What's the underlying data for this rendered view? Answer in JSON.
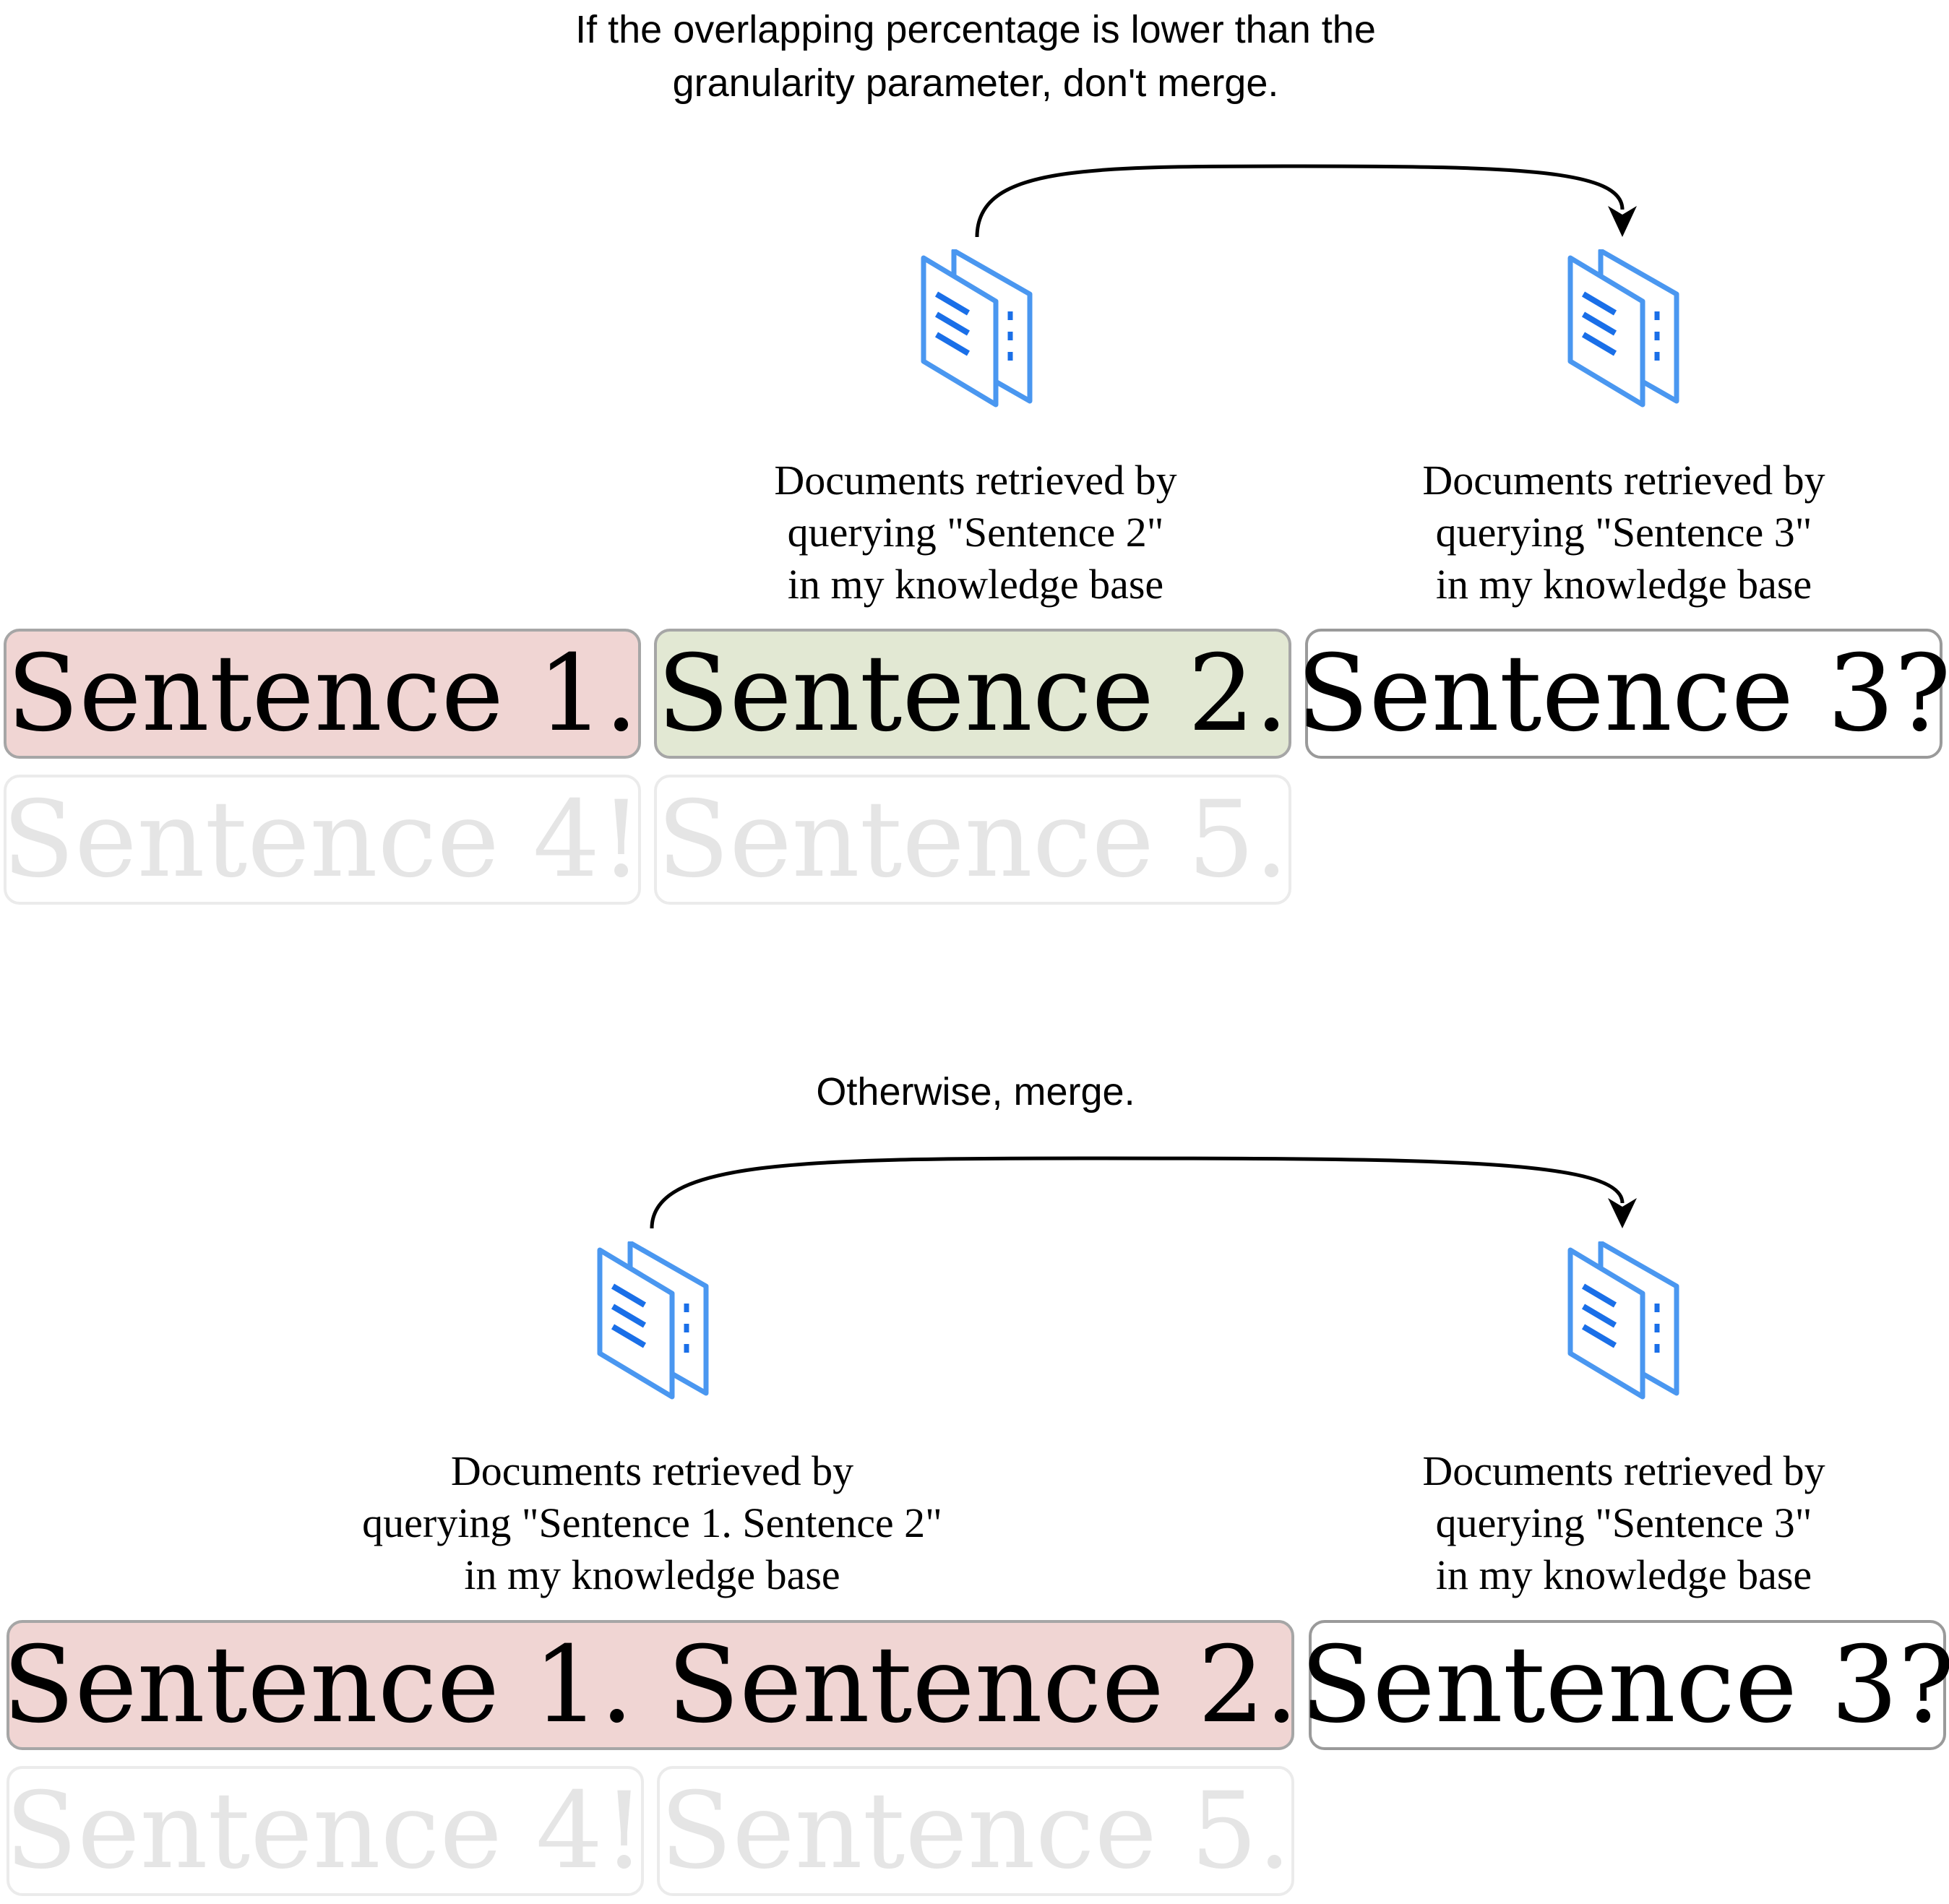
{
  "top": {
    "caption_line1": "If the overlapping percentage is lower than the",
    "caption_line2": "granularity parameter, don't merge.",
    "docs_left": {
      "line1": "Documents retrieved by",
      "line2": "querying \"Sentence 2\"",
      "line3": "in my knowledge base"
    },
    "docs_right": {
      "line1": "Documents retrieved by",
      "line2": "querying \"Sentence 3\"",
      "line3": "in my knowledge base"
    },
    "boxes": {
      "s1": "Sentence 1.",
      "s2": "Sentence 2.",
      "s3": "Sentence 3?",
      "s4": "Sentence 4!",
      "s5": "Sentence 5."
    }
  },
  "bottom": {
    "caption": "Otherwise, merge.",
    "docs_left": {
      "line1": "Documents retrieved by",
      "line2": "querying \"Sentence 1. Sentence 2\"",
      "line3": "in my knowledge base"
    },
    "docs_right": {
      "line1": "Documents retrieved by",
      "line2": "querying \"Sentence 3\"",
      "line3": "in my knowledge base"
    },
    "boxes": {
      "s12": "Sentence 1. Sentence 2.",
      "s3": "Sentence 3?",
      "s4": "Sentence 4!",
      "s5": "Sentence 5."
    }
  },
  "colors": {
    "merged_or_previous": "#f0d5d3",
    "current": "#e2e8d3",
    "next": "#ffffff",
    "upcoming_text": "#e5e5e5",
    "icon_blue": "#4a97f0",
    "icon_lines": "#1a6fe8"
  },
  "icons": [
    "documents-icon"
  ]
}
